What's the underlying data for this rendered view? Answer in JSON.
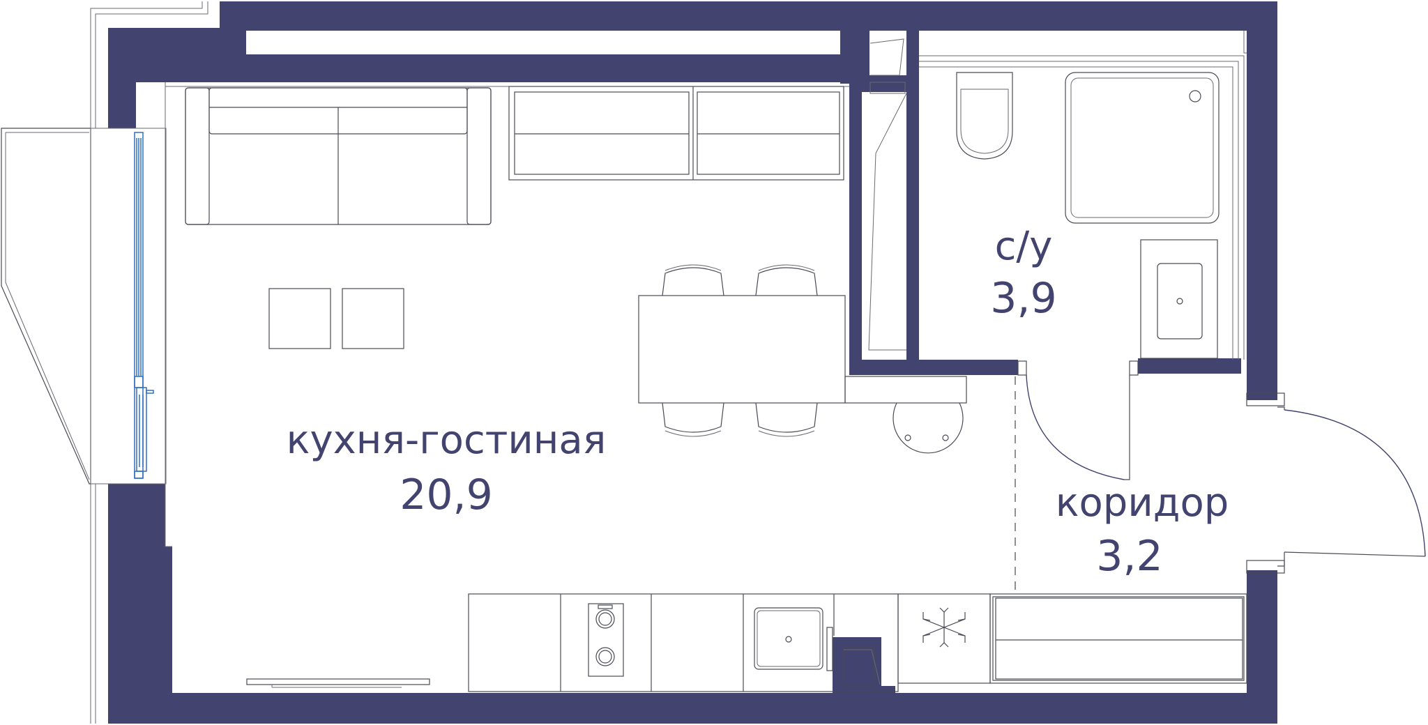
{
  "rooms": {
    "kitchen_living": {
      "name": "кухня-гостиная",
      "area": "20,9"
    },
    "bathroom": {
      "name": "с/у",
      "area": "3,9"
    },
    "corridor": {
      "name": "коридор",
      "area": "3,2"
    }
  },
  "colors": {
    "wall": "#42436e",
    "text": "#42436e",
    "window": "#2e6fc2",
    "furniture_line": "#4a4a55"
  },
  "icons": {
    "refrigerator": "snowflake-icon",
    "stove": "cooktop-icon",
    "sink": "sink-icon",
    "toilet": "toilet-icon",
    "shower": "shower-tray-icon"
  }
}
